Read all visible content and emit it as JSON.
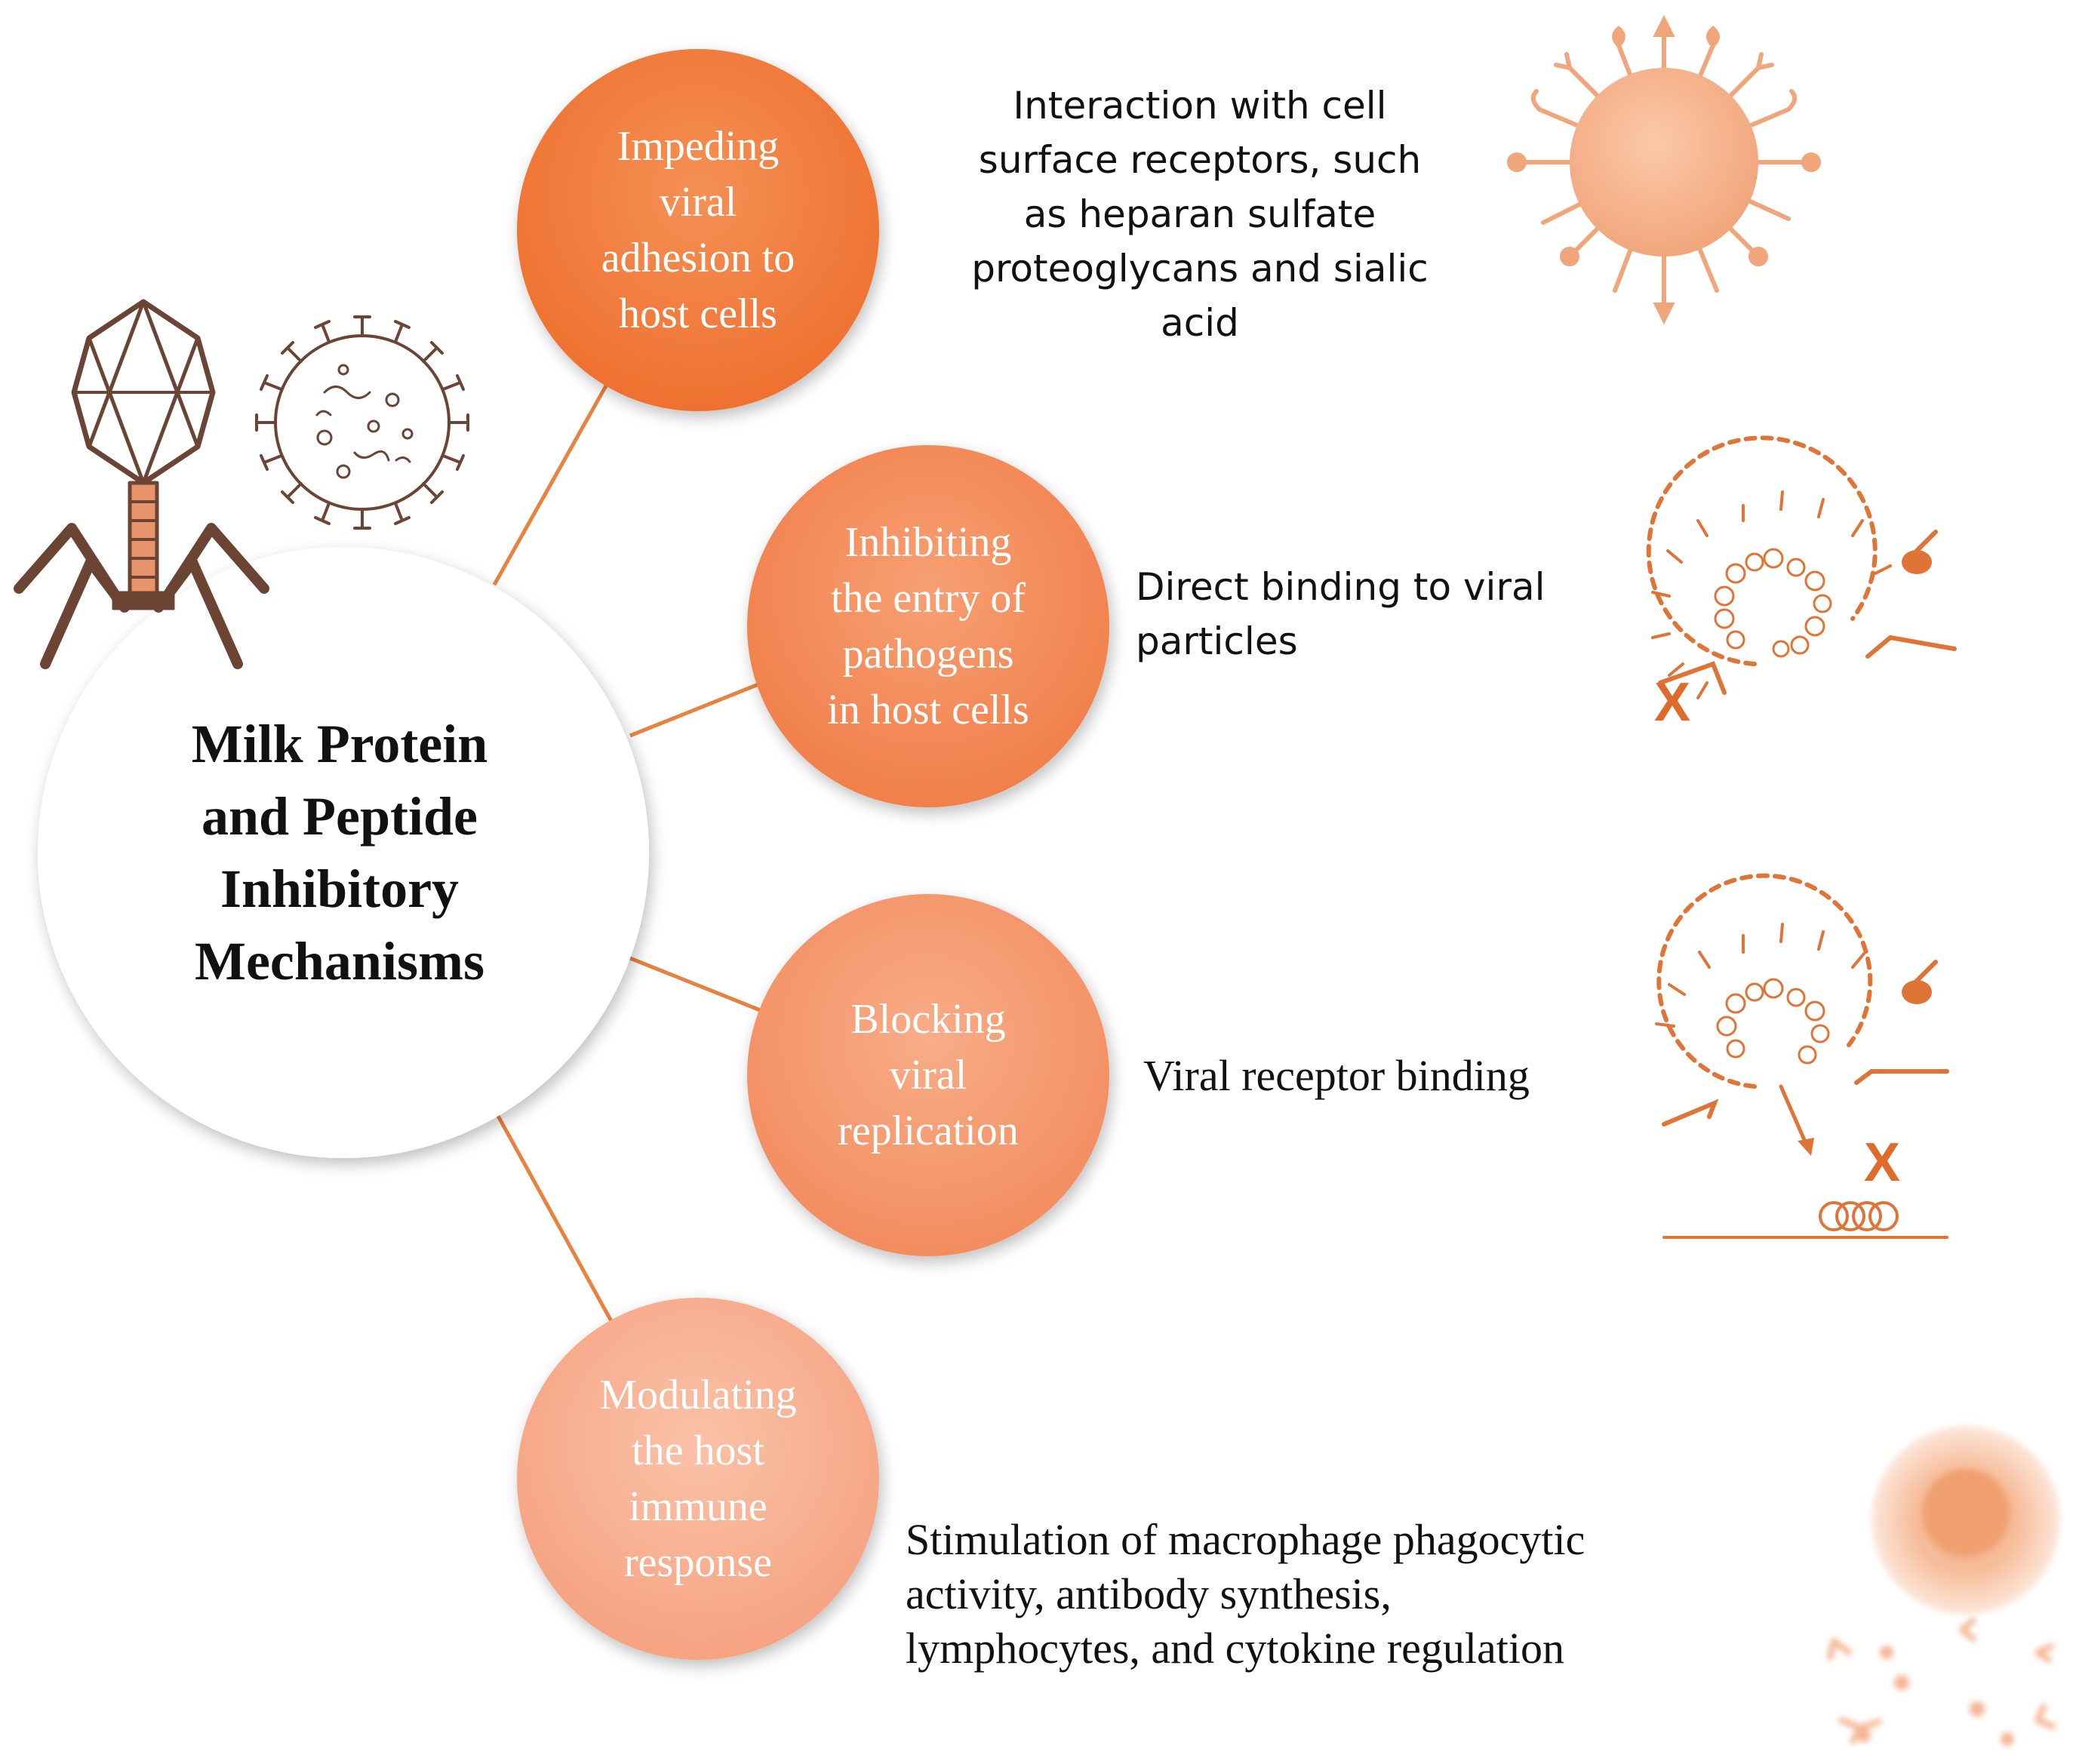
{
  "center": {
    "title": "Milk Protein\nand Peptide\nInhibitory\nMechanisms"
  },
  "mechanisms": [
    {
      "label": "Impeding\nviral\nadhesion to\nhost cells",
      "description": "Interaction with cell\nsurface receptors, such\nas heparan sulfate\nproteoglycans and sialic\nacid",
      "illustration": "receptor-cell-icon",
      "color": "#f07a3a"
    },
    {
      "label": "Inhibiting\nthe entry of\npathogens\nin host cells",
      "description": "Direct binding to viral\nparticles",
      "illustration": "viral-entry-blocked-icon",
      "color": "#f28a55"
    },
    {
      "label": "Blocking\nviral\nreplication",
      "description": "Viral receptor binding",
      "illustration": "replication-blocked-icon",
      "color": "#f49a6e"
    },
    {
      "label": "Modulating\nthe host\nimmune\nresponse",
      "description": "Stimulation of macrophage phagocytic\nactivity, antibody synthesis,\nlymphocytes, and cytokine regulation",
      "illustration": "immune-cell-icon",
      "color": "#f7b095"
    }
  ],
  "blocked_mark": "X",
  "decorations": [
    "bacteriophage-icon",
    "virus-icon"
  ],
  "colors": {
    "accent": "#f07a3a",
    "line": "#e8823f",
    "phage": "#6b4434",
    "phage_tail": "#e8946b"
  }
}
